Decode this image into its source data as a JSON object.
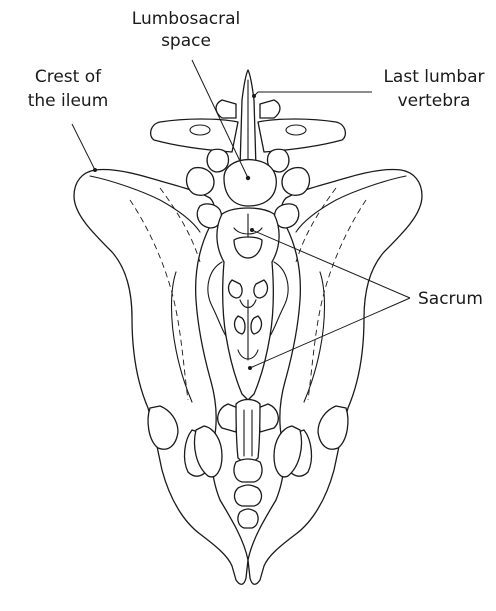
{
  "labels": {
    "lumbosacral_space": [
      "Lumbosacral",
      "space"
    ],
    "crest_of_ileum": [
      "Crest of",
      "the ileum"
    ],
    "last_lumbar_vertebra": [
      "Last lumbar",
      "vertebra"
    ],
    "sacrum": "Sacrum"
  },
  "colors": {
    "line": "#1a1a1a",
    "background": "#ffffff"
  }
}
